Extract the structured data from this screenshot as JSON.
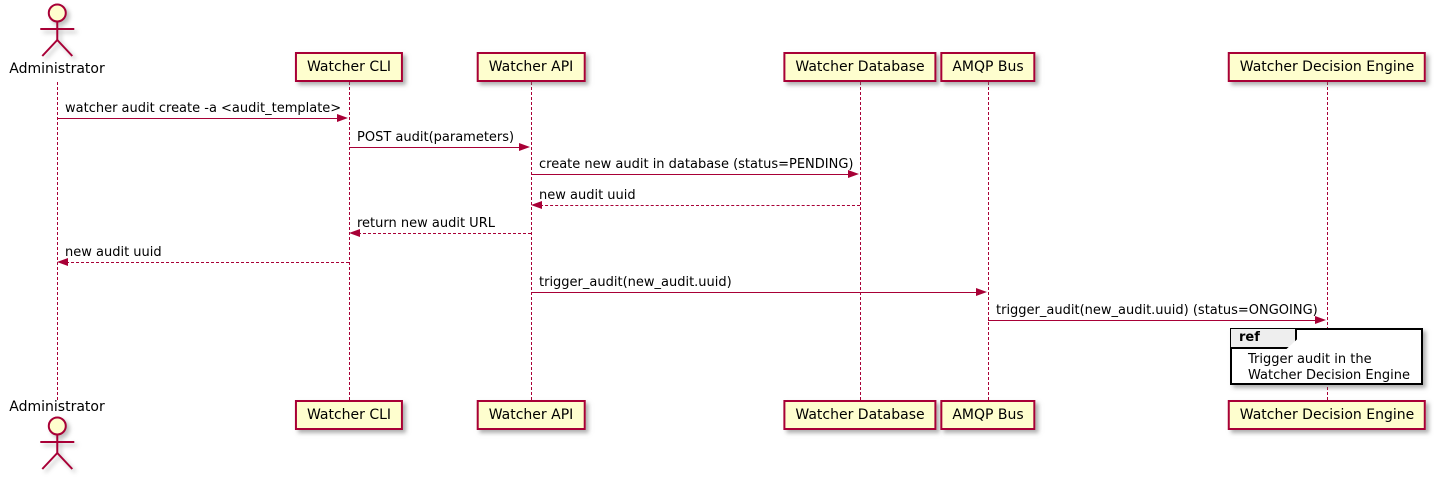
{
  "diagram": {
    "type": "sequence-diagram",
    "colors": {
      "arrow": "#A80036",
      "participant_fill": "#FEFECE",
      "participant_border": "#A80036",
      "ref_header_fill": "#EEEEEE",
      "ref_border": "#000000",
      "background": "#FFFFFF"
    },
    "participants": [
      {
        "id": "administrator",
        "label": "Administrator",
        "kind": "actor"
      },
      {
        "id": "watcher-cli",
        "label": "Watcher CLI",
        "kind": "participant"
      },
      {
        "id": "watcher-api",
        "label": "Watcher API",
        "kind": "participant"
      },
      {
        "id": "watcher-database",
        "label": "Watcher Database",
        "kind": "participant"
      },
      {
        "id": "amqp-bus",
        "label": "AMQP Bus",
        "kind": "participant"
      },
      {
        "id": "watcher-decision-engine",
        "label": "Watcher Decision Engine",
        "kind": "participant"
      }
    ],
    "messages": [
      {
        "from": "administrator",
        "to": "watcher-cli",
        "label": "watcher audit create -a <audit_template>",
        "line": "solid"
      },
      {
        "from": "watcher-cli",
        "to": "watcher-api",
        "label": "POST audit(parameters)",
        "line": "solid"
      },
      {
        "from": "watcher-api",
        "to": "watcher-database",
        "label": "create new audit in database (status=PENDING)",
        "line": "solid"
      },
      {
        "from": "watcher-database",
        "to": "watcher-api",
        "label": "new audit uuid",
        "line": "dashed"
      },
      {
        "from": "watcher-api",
        "to": "watcher-cli",
        "label": "return new audit URL",
        "line": "dashed"
      },
      {
        "from": "watcher-cli",
        "to": "administrator",
        "label": "new audit uuid",
        "line": "dashed"
      },
      {
        "from": "watcher-api",
        "to": "amqp-bus",
        "label": "trigger_audit(new_audit.uuid)",
        "line": "solid"
      },
      {
        "from": "amqp-bus",
        "to": "watcher-decision-engine",
        "label": "trigger_audit(new_audit.uuid) (status=ONGOING)",
        "line": "solid"
      }
    ],
    "fragments": [
      {
        "kind": "ref",
        "keyword": "ref",
        "over": [
          "watcher-decision-engine"
        ],
        "lines": [
          "Trigger audit in the",
          "Watcher Decision Engine"
        ]
      }
    ]
  }
}
